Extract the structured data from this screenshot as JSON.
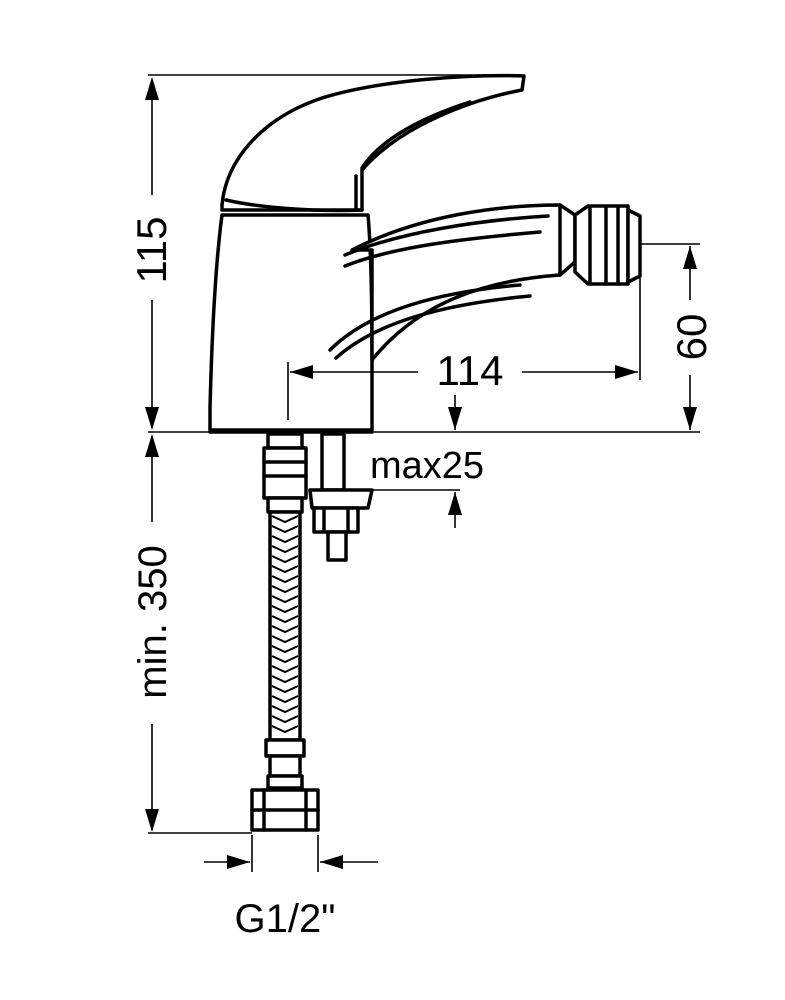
{
  "dimensions": {
    "height": "115",
    "spout_length": "114",
    "spout_height": "60",
    "deck_thickness": "max25",
    "hose_length": "min. 350",
    "thread": "G1/2\""
  },
  "colors": {
    "line": "#000000",
    "background": "#ffffff"
  }
}
